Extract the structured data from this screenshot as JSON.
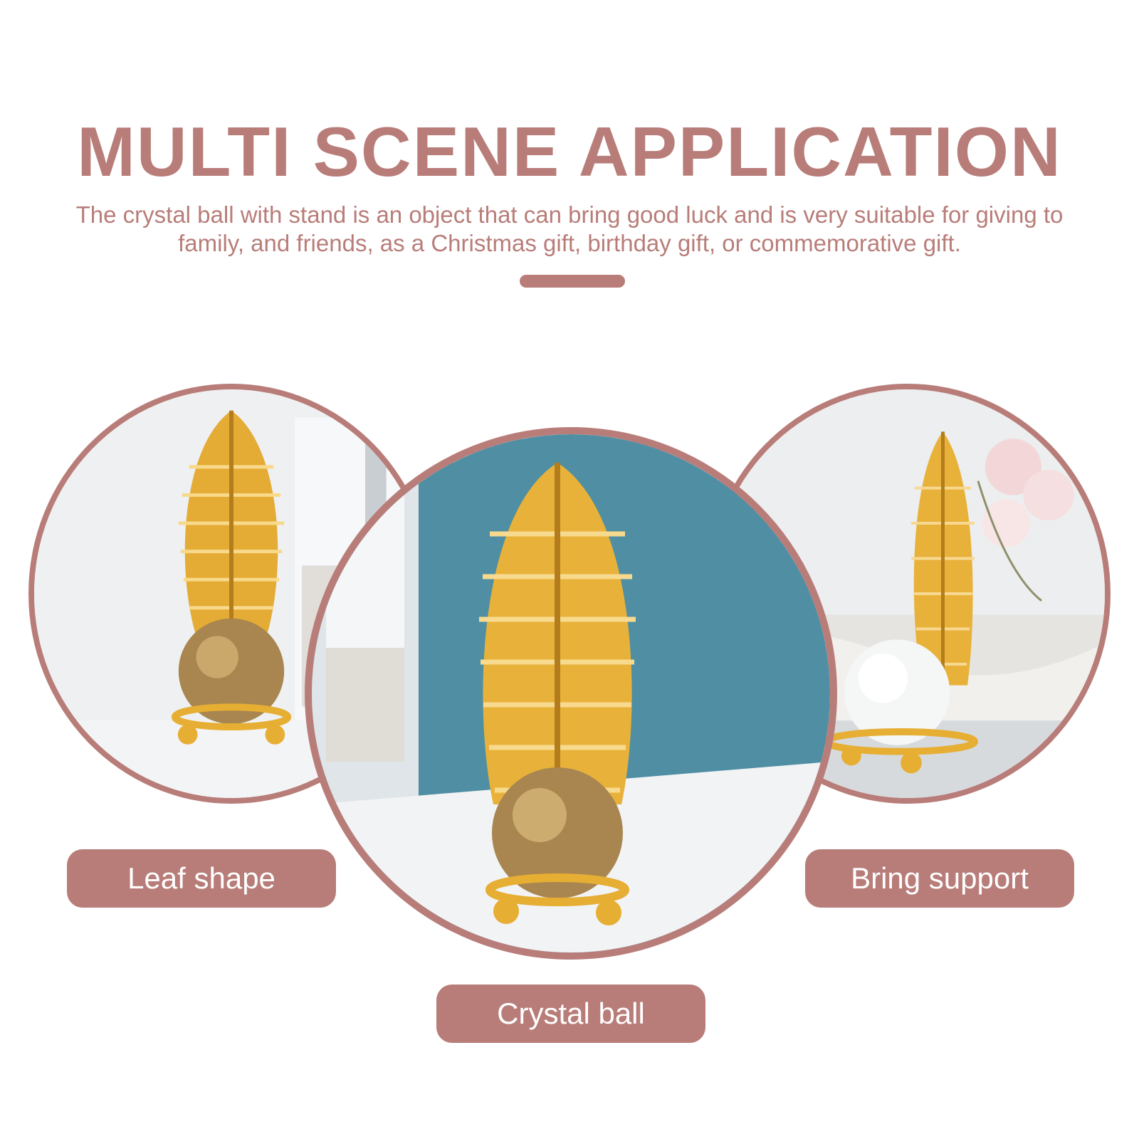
{
  "header": {
    "title": "MULTI SCENE APPLICATION",
    "description": "The crystal ball with stand is an object that can bring good luck and is very suitable for giving to family, and friends, as a Christmas gift, birthday gift, or commemorative gift."
  },
  "features": [
    {
      "label": "Leaf shape"
    },
    {
      "label": "Crystal ball"
    },
    {
      "label": "Bring support"
    }
  ],
  "colors": {
    "accent": "#b87d79",
    "gold": "#e8b23a",
    "teal_wall": "#4f8ea3",
    "background": "#ffffff"
  }
}
